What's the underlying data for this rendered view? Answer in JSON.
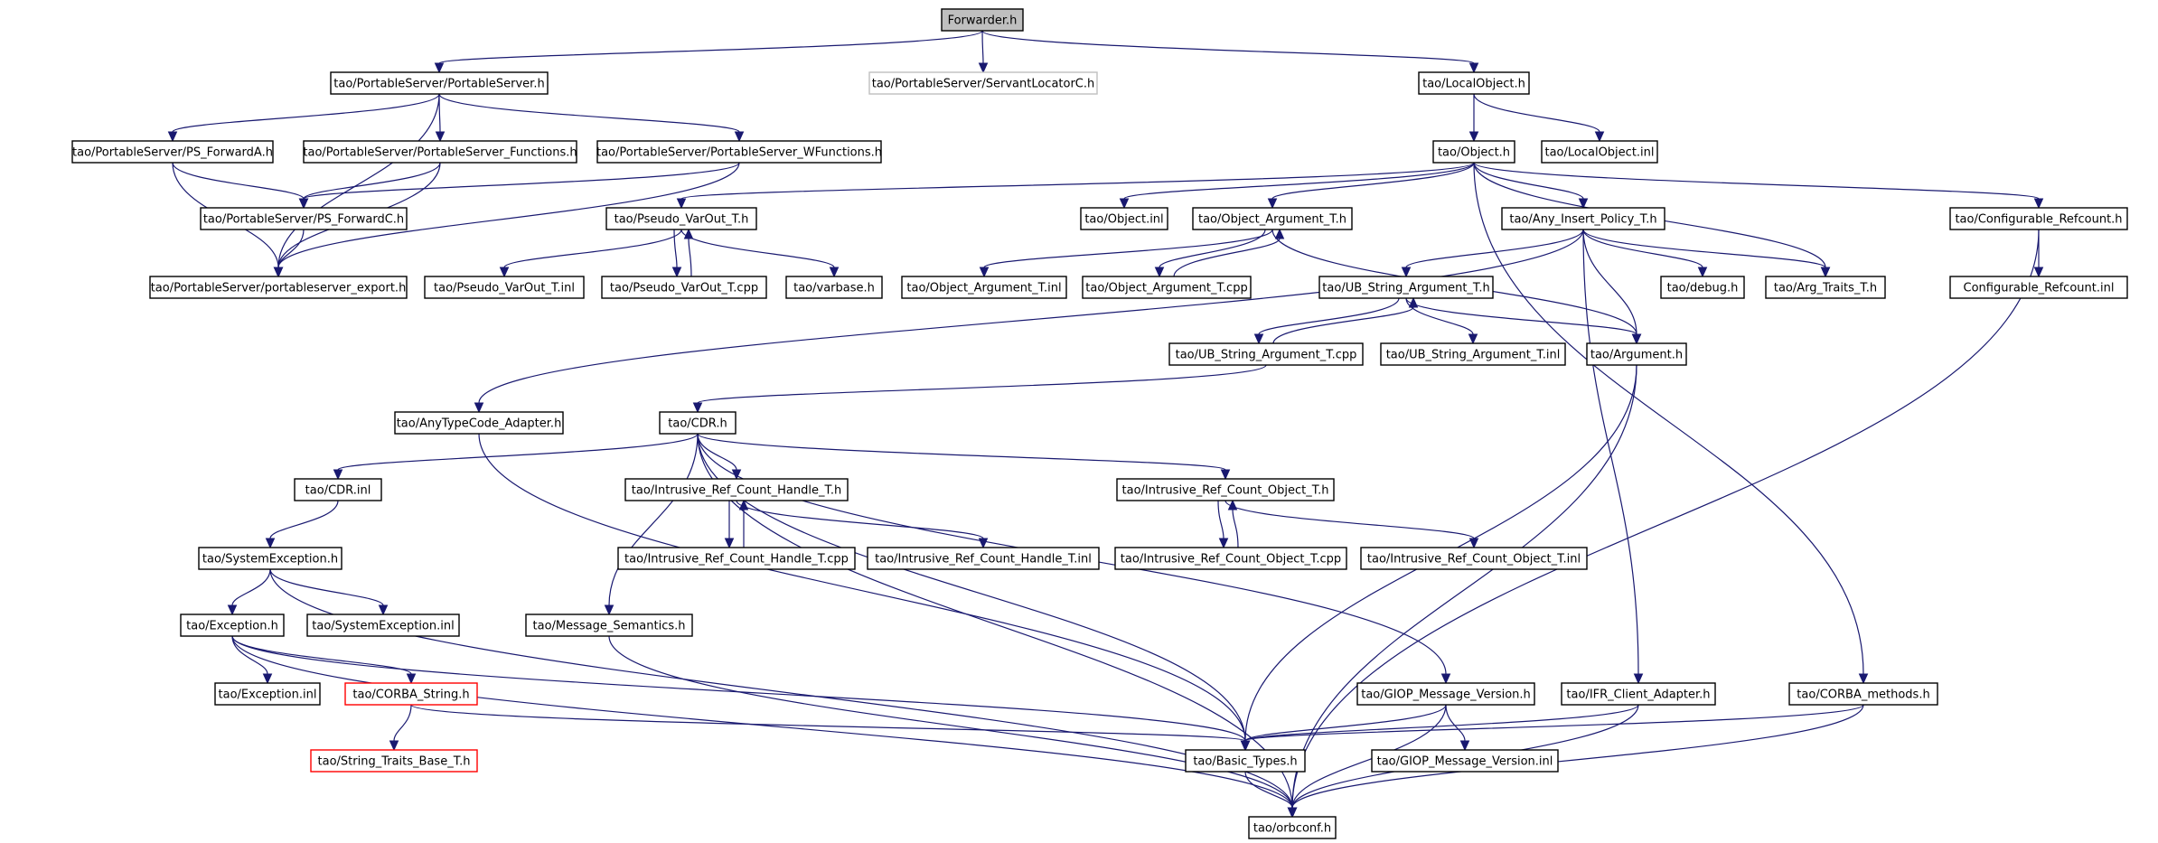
{
  "graph": {
    "nodes": [
      {
        "id": "forwarder",
        "label": "Forwarder.h",
        "style": "root"
      },
      {
        "id": "ps_h",
        "label": "tao/PortableServer/PortableServer.h",
        "style": "normal"
      },
      {
        "id": "slc_h",
        "label": "tao/PortableServer/ServantLocatorC.h",
        "style": "grey"
      },
      {
        "id": "localobj_h",
        "label": "tao/LocalObject.h",
        "style": "normal"
      },
      {
        "id": "psfa_h",
        "label": "tao/PortableServer/PS_ForwardA.h",
        "style": "normal"
      },
      {
        "id": "psf_h",
        "label": "tao/PortableServer/PortableServer_Functions.h",
        "style": "normal"
      },
      {
        "id": "psw_h",
        "label": "tao/PortableServer/PortableServer_WFunctions.h",
        "style": "normal"
      },
      {
        "id": "object_h",
        "label": "tao/Object.h",
        "style": "normal"
      },
      {
        "id": "localobj_inl",
        "label": "tao/LocalObject.inl",
        "style": "normal"
      },
      {
        "id": "psfc_h",
        "label": "tao/PortableServer/PS_ForwardC.h",
        "style": "normal"
      },
      {
        "id": "pvo_h",
        "label": "tao/Pseudo_VarOut_T.h",
        "style": "normal"
      },
      {
        "id": "object_inl",
        "label": "tao/Object.inl",
        "style": "normal"
      },
      {
        "id": "oat_h",
        "label": "tao/Object_Argument_T.h",
        "style": "normal"
      },
      {
        "id": "aip_h",
        "label": "tao/Any_Insert_Policy_T.h",
        "style": "normal"
      },
      {
        "id": "cr_h",
        "label": "tao/Configurable_Refcount.h",
        "style": "normal"
      },
      {
        "id": "pse_h",
        "label": "tao/PortableServer/portableserver_export.h",
        "style": "normal"
      },
      {
        "id": "pvo_inl",
        "label": "tao/Pseudo_VarOut_T.inl",
        "style": "normal"
      },
      {
        "id": "pvo_cpp",
        "label": "tao/Pseudo_VarOut_T.cpp",
        "style": "normal"
      },
      {
        "id": "varbase_h",
        "label": "tao/varbase.h",
        "style": "normal"
      },
      {
        "id": "oat_inl",
        "label": "tao/Object_Argument_T.inl",
        "style": "normal"
      },
      {
        "id": "oat_cpp",
        "label": "tao/Object_Argument_T.cpp",
        "style": "normal"
      },
      {
        "id": "usat_h",
        "label": "tao/UB_String_Argument_T.h",
        "style": "normal"
      },
      {
        "id": "debug_h",
        "label": "tao/debug.h",
        "style": "normal"
      },
      {
        "id": "argt_h",
        "label": "tao/Arg_Traits_T.h",
        "style": "normal"
      },
      {
        "id": "cr_inl",
        "label": "Configurable_Refcount.inl",
        "style": "normal"
      },
      {
        "id": "usat_cpp",
        "label": "tao/UB_String_Argument_T.cpp",
        "style": "normal"
      },
      {
        "id": "usat_inl",
        "label": "tao/UB_String_Argument_T.inl",
        "style": "normal"
      },
      {
        "id": "arg_h",
        "label": "tao/Argument.h",
        "style": "normal"
      },
      {
        "id": "atca_h",
        "label": "tao/AnyTypeCode_Adapter.h",
        "style": "normal"
      },
      {
        "id": "cdr_h",
        "label": "tao/CDR.h",
        "style": "normal"
      },
      {
        "id": "cdr_inl",
        "label": "tao/CDR.inl",
        "style": "normal"
      },
      {
        "id": "irch_h",
        "label": "tao/Intrusive_Ref_Count_Handle_T.h",
        "style": "normal"
      },
      {
        "id": "irco_h",
        "label": "tao/Intrusive_Ref_Count_Object_T.h",
        "style": "normal"
      },
      {
        "id": "syse_h",
        "label": "tao/SystemException.h",
        "style": "normal"
      },
      {
        "id": "irch_cpp",
        "label": "tao/Intrusive_Ref_Count_Handle_T.cpp",
        "style": "normal"
      },
      {
        "id": "irch_inl",
        "label": "tao/Intrusive_Ref_Count_Handle_T.inl",
        "style": "normal"
      },
      {
        "id": "irco_cpp",
        "label": "tao/Intrusive_Ref_Count_Object_T.cpp",
        "style": "normal"
      },
      {
        "id": "irco_inl",
        "label": "tao/Intrusive_Ref_Count_Object_T.inl",
        "style": "normal"
      },
      {
        "id": "exc_h",
        "label": "tao/Exception.h",
        "style": "normal"
      },
      {
        "id": "syse_inl",
        "label": "tao/SystemException.inl",
        "style": "normal"
      },
      {
        "id": "msgsem_h",
        "label": "tao/Message_Semantics.h",
        "style": "normal"
      },
      {
        "id": "exc_inl",
        "label": "tao/Exception.inl",
        "style": "normal"
      },
      {
        "id": "cstr_h",
        "label": "tao/CORBA_String.h",
        "style": "red"
      },
      {
        "id": "gmv_h",
        "label": "tao/GIOP_Message_Version.h",
        "style": "normal"
      },
      {
        "id": "ifr_h",
        "label": "tao/IFR_Client_Adapter.h",
        "style": "normal"
      },
      {
        "id": "cm_h",
        "label": "tao/CORBA_methods.h",
        "style": "normal"
      },
      {
        "id": "stb_h",
        "label": "tao/String_Traits_Base_T.h",
        "style": "red"
      },
      {
        "id": "bt_h",
        "label": "tao/Basic_Types.h",
        "style": "normal"
      },
      {
        "id": "gmv_inl",
        "label": "tao/GIOP_Message_Version.inl",
        "style": "normal"
      },
      {
        "id": "orbconf_h",
        "label": "tao/orbconf.h",
        "style": "normal"
      }
    ],
    "edges": [
      {
        "from": "forwarder",
        "to": "ps_h"
      },
      {
        "from": "forwarder",
        "to": "slc_h"
      },
      {
        "from": "forwarder",
        "to": "localobj_h"
      },
      {
        "from": "ps_h",
        "to": "psfa_h"
      },
      {
        "from": "ps_h",
        "to": "psf_h"
      },
      {
        "from": "ps_h",
        "to": "psw_h"
      },
      {
        "from": "ps_h",
        "to": "pse_h"
      },
      {
        "from": "psfa_h",
        "to": "psfc_h"
      },
      {
        "from": "psfa_h",
        "to": "pse_h"
      },
      {
        "from": "psf_h",
        "to": "psfc_h"
      },
      {
        "from": "psf_h",
        "to": "pse_h"
      },
      {
        "from": "psw_h",
        "to": "psfc_h"
      },
      {
        "from": "psw_h",
        "to": "pse_h"
      },
      {
        "from": "psfc_h",
        "to": "pse_h"
      },
      {
        "from": "localobj_h",
        "to": "object_h"
      },
      {
        "from": "localobj_h",
        "to": "localobj_inl"
      },
      {
        "from": "object_h",
        "to": "pvo_h"
      },
      {
        "from": "object_h",
        "to": "object_inl"
      },
      {
        "from": "object_h",
        "to": "oat_h"
      },
      {
        "from": "object_h",
        "to": "aip_h"
      },
      {
        "from": "object_h",
        "to": "argt_h"
      },
      {
        "from": "object_h",
        "to": "cr_h"
      },
      {
        "from": "object_h",
        "to": "cm_h"
      },
      {
        "from": "pvo_h",
        "to": "pvo_inl"
      },
      {
        "from": "pvo_h",
        "to": "pvo_cpp"
      },
      {
        "from": "pvo_cpp",
        "to": "pvo_h"
      },
      {
        "from": "pvo_h",
        "to": "varbase_h"
      },
      {
        "from": "oat_h",
        "to": "oat_inl"
      },
      {
        "from": "oat_h",
        "to": "oat_cpp"
      },
      {
        "from": "oat_cpp",
        "to": "oat_h"
      },
      {
        "from": "oat_h",
        "to": "arg_h"
      },
      {
        "from": "aip_h",
        "to": "usat_h"
      },
      {
        "from": "aip_h",
        "to": "debug_h"
      },
      {
        "from": "aip_h",
        "to": "argt_h"
      },
      {
        "from": "aip_h",
        "to": "arg_h"
      },
      {
        "from": "aip_h",
        "to": "atca_h"
      },
      {
        "from": "aip_h",
        "to": "ifr_h"
      },
      {
        "from": "cr_h",
        "to": "cr_inl"
      },
      {
        "from": "cr_h",
        "to": "orbconf_h"
      },
      {
        "from": "usat_h",
        "to": "usat_cpp"
      },
      {
        "from": "usat_cpp",
        "to": "usat_h"
      },
      {
        "from": "usat_h",
        "to": "usat_inl"
      },
      {
        "from": "usat_h",
        "to": "arg_h"
      },
      {
        "from": "usat_cpp",
        "to": "cdr_h"
      },
      {
        "from": "arg_h",
        "to": "bt_h"
      },
      {
        "from": "arg_h",
        "to": "orbconf_h"
      },
      {
        "from": "atca_h",
        "to": "bt_h"
      },
      {
        "from": "cdr_h",
        "to": "cdr_inl"
      },
      {
        "from": "cdr_h",
        "to": "irch_h"
      },
      {
        "from": "cdr_h",
        "to": "irco_h"
      },
      {
        "from": "cdr_h",
        "to": "msgsem_h"
      },
      {
        "from": "cdr_h",
        "to": "gmv_h"
      },
      {
        "from": "cdr_h",
        "to": "bt_h"
      },
      {
        "from": "cdr_h",
        "to": "orbconf_h"
      },
      {
        "from": "cdr_inl",
        "to": "syse_h"
      },
      {
        "from": "irch_h",
        "to": "irch_cpp"
      },
      {
        "from": "irch_cpp",
        "to": "irch_h"
      },
      {
        "from": "irch_h",
        "to": "irch_inl"
      },
      {
        "from": "irco_h",
        "to": "irco_cpp"
      },
      {
        "from": "irco_cpp",
        "to": "irco_h"
      },
      {
        "from": "irco_h",
        "to": "irco_inl"
      },
      {
        "from": "syse_h",
        "to": "exc_h"
      },
      {
        "from": "syse_h",
        "to": "syse_inl"
      },
      {
        "from": "syse_h",
        "to": "orbconf_h"
      },
      {
        "from": "exc_h",
        "to": "exc_inl"
      },
      {
        "from": "exc_h",
        "to": "cstr_h"
      },
      {
        "from": "exc_h",
        "to": "bt_h"
      },
      {
        "from": "exc_h",
        "to": "orbconf_h"
      },
      {
        "from": "cstr_h",
        "to": "stb_h"
      },
      {
        "from": "cstr_h",
        "to": "bt_h"
      },
      {
        "from": "msgsem_h",
        "to": "orbconf_h"
      },
      {
        "from": "gmv_h",
        "to": "bt_h"
      },
      {
        "from": "gmv_h",
        "to": "gmv_inl"
      },
      {
        "from": "gmv_h",
        "to": "orbconf_h"
      },
      {
        "from": "ifr_h",
        "to": "bt_h"
      },
      {
        "from": "ifr_h",
        "to": "orbconf_h"
      },
      {
        "from": "cm_h",
        "to": "bt_h"
      },
      {
        "from": "cm_h",
        "to": "orbconf_h"
      },
      {
        "from": "bt_h",
        "to": "orbconf_h"
      }
    ]
  },
  "colors": {
    "edge": "#191970",
    "root_fill": "#bfbfbf",
    "grey_border": "#bfbfbf",
    "red_border": "#ff0000"
  }
}
